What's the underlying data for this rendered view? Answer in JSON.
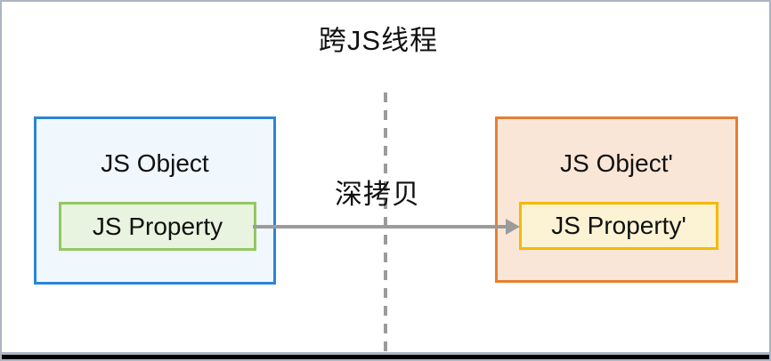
{
  "diagram": {
    "title": "跨JS线程",
    "arrow_label": "深拷贝",
    "left_box": {
      "title": "JS Object",
      "property": "JS Property"
    },
    "right_box": {
      "title": "JS Object'",
      "property": "JS Property'"
    },
    "colors": {
      "canvas_border": "#AEB5C2",
      "left_border": "#2A85D8",
      "left_fill": "#F0F7FD",
      "left_prop_border": "#93C85F",
      "left_prop_fill": "#E9F4E0",
      "right_border": "#E87E2E",
      "right_fill": "#FAE6D7",
      "right_prop_border": "#F6B900",
      "right_prop_fill": "#FCF3D4",
      "arrow": "#9B9B9B",
      "divider": "#9B9B9B"
    }
  }
}
